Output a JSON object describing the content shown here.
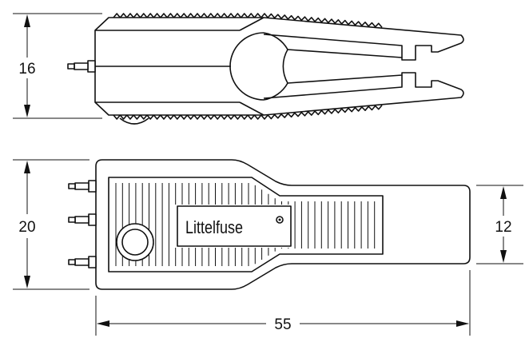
{
  "drawing": {
    "top_view": {
      "height_dimension": "16"
    },
    "front_view": {
      "height_dimension": "20",
      "tip_height_dimension": "12",
      "length_dimension": "55",
      "brand_label": "Littelfuse"
    },
    "colors": {
      "line": "#111111",
      "background": "#ffffff"
    }
  }
}
